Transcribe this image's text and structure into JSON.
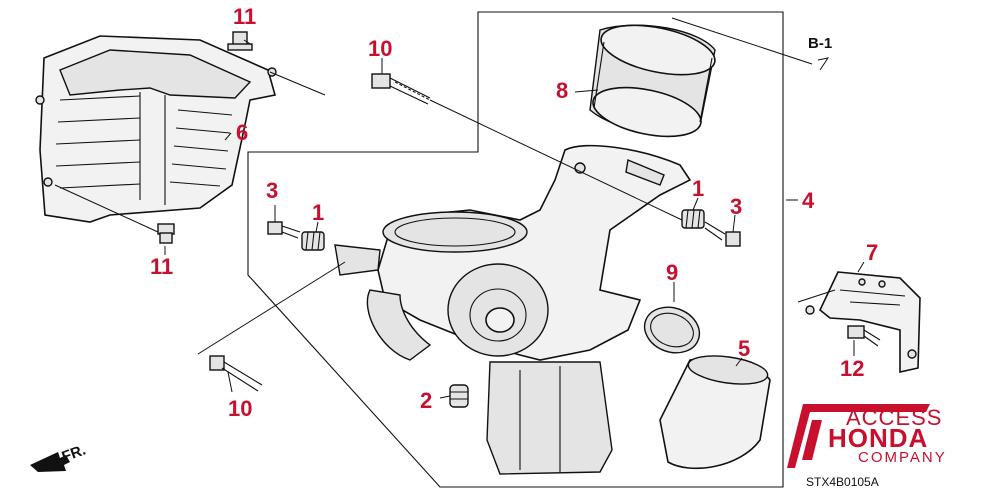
{
  "callouts": [
    {
      "id": "c11a",
      "text": "11"
    },
    {
      "id": "c6",
      "text": "6"
    },
    {
      "id": "c11b",
      "text": "11"
    },
    {
      "id": "c10a",
      "text": "10"
    },
    {
      "id": "c8",
      "text": "8"
    },
    {
      "id": "c3a",
      "text": "3"
    },
    {
      "id": "c1a",
      "text": "1"
    },
    {
      "id": "c1b",
      "text": "1"
    },
    {
      "id": "c3b",
      "text": "3"
    },
    {
      "id": "c4",
      "text": "4"
    },
    {
      "id": "c9",
      "text": "9"
    },
    {
      "id": "c7",
      "text": "7"
    },
    {
      "id": "c5",
      "text": "5"
    },
    {
      "id": "c12",
      "text": "12"
    },
    {
      "id": "c2",
      "text": "2"
    },
    {
      "id": "c10b",
      "text": "10"
    }
  ],
  "reference_label": "B-1",
  "direction_label": "FR.",
  "diagram_code": "STX4B0105A",
  "brand": {
    "line1": "ACCESS",
    "line2": "HONDA",
    "line3": "COMPANY",
    "color": "#c8102e"
  },
  "colors": {
    "callout": "#c8102e",
    "line": "#111111"
  }
}
